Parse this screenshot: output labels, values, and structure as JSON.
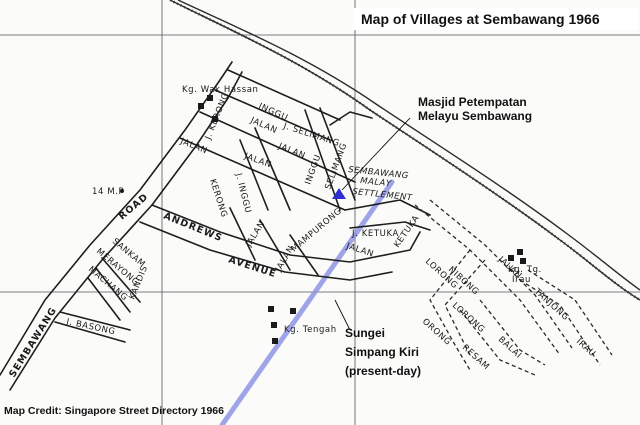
{
  "title": "Map of Villages at Sembawang 1966",
  "credit": "Map Credit: Singapore Street Directory 1966",
  "annotations": {
    "mosque": [
      "Masjid Petempatan",
      "Melayu Sembawang"
    ],
    "river": [
      "Sungei",
      "Simpang Kiri",
      "(present-day)"
    ]
  },
  "villages": {
    "wak_hassan": "Kg. Wak Hassan",
    "tengah": "Kg. Tengah",
    "tg_irau": [
      "Kg. Tg.",
      "Irau"
    ],
    "settlement": [
      "SEMBAWANG",
      "MALAY",
      "SETTLEMENT"
    ]
  },
  "markers": {
    "mp": "14 M.P"
  },
  "roads": {
    "sembawang": "SEMBAWANG",
    "road": "ROAD",
    "andrews": "ANDREWS",
    "avenue": "AVENUE",
    "jalan_kerong": [
      "JALAN",
      "J. KERONG"
    ],
    "kerong": "KERONG",
    "jalan_inggu": [
      "JALAN",
      "INGGU"
    ],
    "j_selimang": "J. SELIMANG",
    "selimang": "SELIMANG",
    "jalan_1": "JALAN",
    "j_inggu": "J. INGGU",
    "jalan_2": "JALAN",
    "inggu": "INGGU",
    "jalan_3": "JALAN",
    "jalan_mampurong": [
      "JALAN",
      "MAMPURONG"
    ],
    "j_ketuka": "J. KETUKA",
    "ketuka": "KETUKA",
    "jalan_4": "JALAN",
    "sankam": "SANKAM",
    "merayong": "MERAYONG",
    "machang": "MACHANG",
    "kandis": "KANDIS",
    "j_basong": "J. BASONG",
    "lorong_nibong": [
      "LORONG",
      "NIBONG"
    ],
    "jalan_5": "JALAN",
    "lorong_2": "LORONG",
    "orong": "ORONG",
    "resam": "RESAM",
    "balai": "BALAI",
    "tanjong": "TANJONG",
    "irau": "IRAU"
  },
  "colors": {
    "river": "#8f96e6",
    "mosque_marker": "#2b2fd0",
    "ink": "#1a1a1a"
  }
}
